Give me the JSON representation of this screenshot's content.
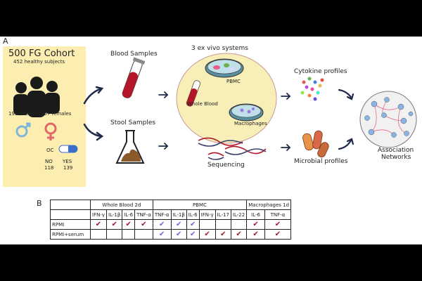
{
  "panel_a": "A",
  "panel_b": "B",
  "cohort": {
    "title": "500 FG Cohort",
    "subtitle": "452 healthy subjects",
    "males": "195 males",
    "females": "257 females",
    "oc_label": "OC",
    "no_label": "NO",
    "no_count": "118",
    "yes_label": "YES",
    "yes_count": "139"
  },
  "labels": {
    "blood_samples": "Blood Samples",
    "stool_samples": "Stool Samples",
    "ex_vivo": "3 ex vivo systems",
    "pbmc": "PBMC",
    "whole_blood": "Whole Blood",
    "macrophages": "Macrophages",
    "sequencing": "Sequencing",
    "cytokine_profiles": "Cytokine profiles",
    "microbial_profiles": "Microbial profiles",
    "association_networks_1": "Association",
    "association_networks_2": "Networks"
  },
  "table": {
    "groups": [
      "Whole Blood 2d",
      "PBMC",
      "Macrophages 1d"
    ],
    "columns": [
      "IFN-γ",
      "IL-1β",
      "IL-6",
      "TNF-α",
      "TNF-α",
      "IL-1β",
      "IL-6",
      "IFN-γ",
      "IL-17",
      "IL-22",
      "IL-6",
      "TNF-α"
    ],
    "rows": [
      {
        "label": "RPMI",
        "checks": [
          "red",
          "red",
          "red",
          "red",
          "blue",
          "blue",
          "blue",
          "",
          "",
          "",
          "red",
          "red"
        ]
      },
      {
        "label": "RPMI+serum",
        "checks": [
          "",
          "",
          "",
          "",
          "blue",
          "blue",
          "blue",
          "red",
          "red",
          "red",
          "red",
          "red"
        ]
      }
    ],
    "check_glyph": "✔"
  },
  "colors": {
    "cohort_bg": "#fbeeb0",
    "male": "#7fb6d8",
    "female": "#e06868",
    "ellipse": "#f7eeb8",
    "arrow": "#1f2a4a",
    "check_red": "#a3172f",
    "check_blue": "#6a6ae0"
  }
}
